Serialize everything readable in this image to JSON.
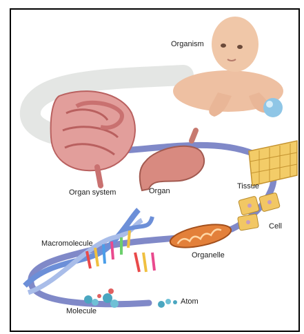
{
  "labels": {
    "organism": "Organism",
    "organ_system": "Organ system",
    "organ": "Organ",
    "tissue": "Tissue",
    "cell": "Cell",
    "organelle": "Organelle",
    "macromolecule": "Macromolecule",
    "molecule": "Molecule",
    "atom": "Atom"
  },
  "colors": {
    "path_upper": "#e4e6e4",
    "path_lower": "#7f88c4",
    "skin": "#efc3a5",
    "intestine": "#d98a88",
    "stomach": "#d0837a",
    "tissue": "#f0c560",
    "mitochondrion": "#e07a35",
    "dna": "#6c8fd8",
    "atom": "#4aa6c0"
  }
}
